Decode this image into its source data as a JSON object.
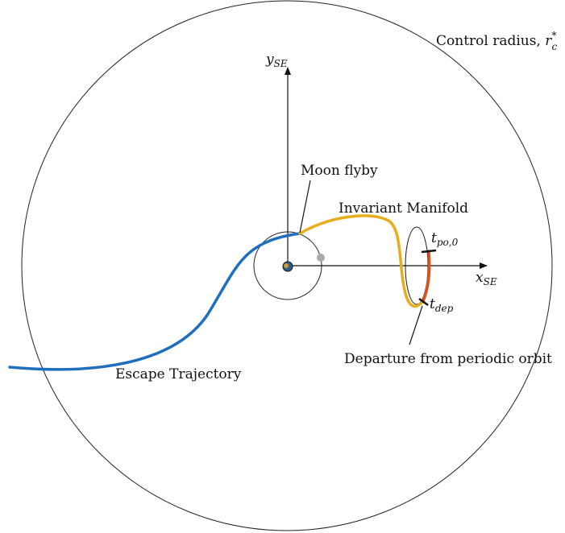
{
  "labels": {
    "control_radius_text": "Control radius, ",
    "control_radius_symbol": "r",
    "control_radius_sub": "c",
    "control_radius_sup": "*",
    "y_axis_symbol": "y",
    "y_axis_sub": "SE",
    "x_axis_symbol": "x",
    "x_axis_sub": "SE",
    "moon_flyby": "Moon flyby",
    "invariant_manifold": "Invariant Manifold",
    "t_po_symbol": "t",
    "t_po_sub": "po,0",
    "t_dep_symbol": "t",
    "t_dep_sub": "dep",
    "departure": "Departure from periodic orbit",
    "escape_trajectory": "Escape Trajectory"
  },
  "colors": {
    "escape_trajectory": "#1f6fbf",
    "invariant_manifold": "#e8ad1a",
    "departure_arc": "#e0521c",
    "outline": "#222222",
    "moon": "#aaaaaa"
  }
}
